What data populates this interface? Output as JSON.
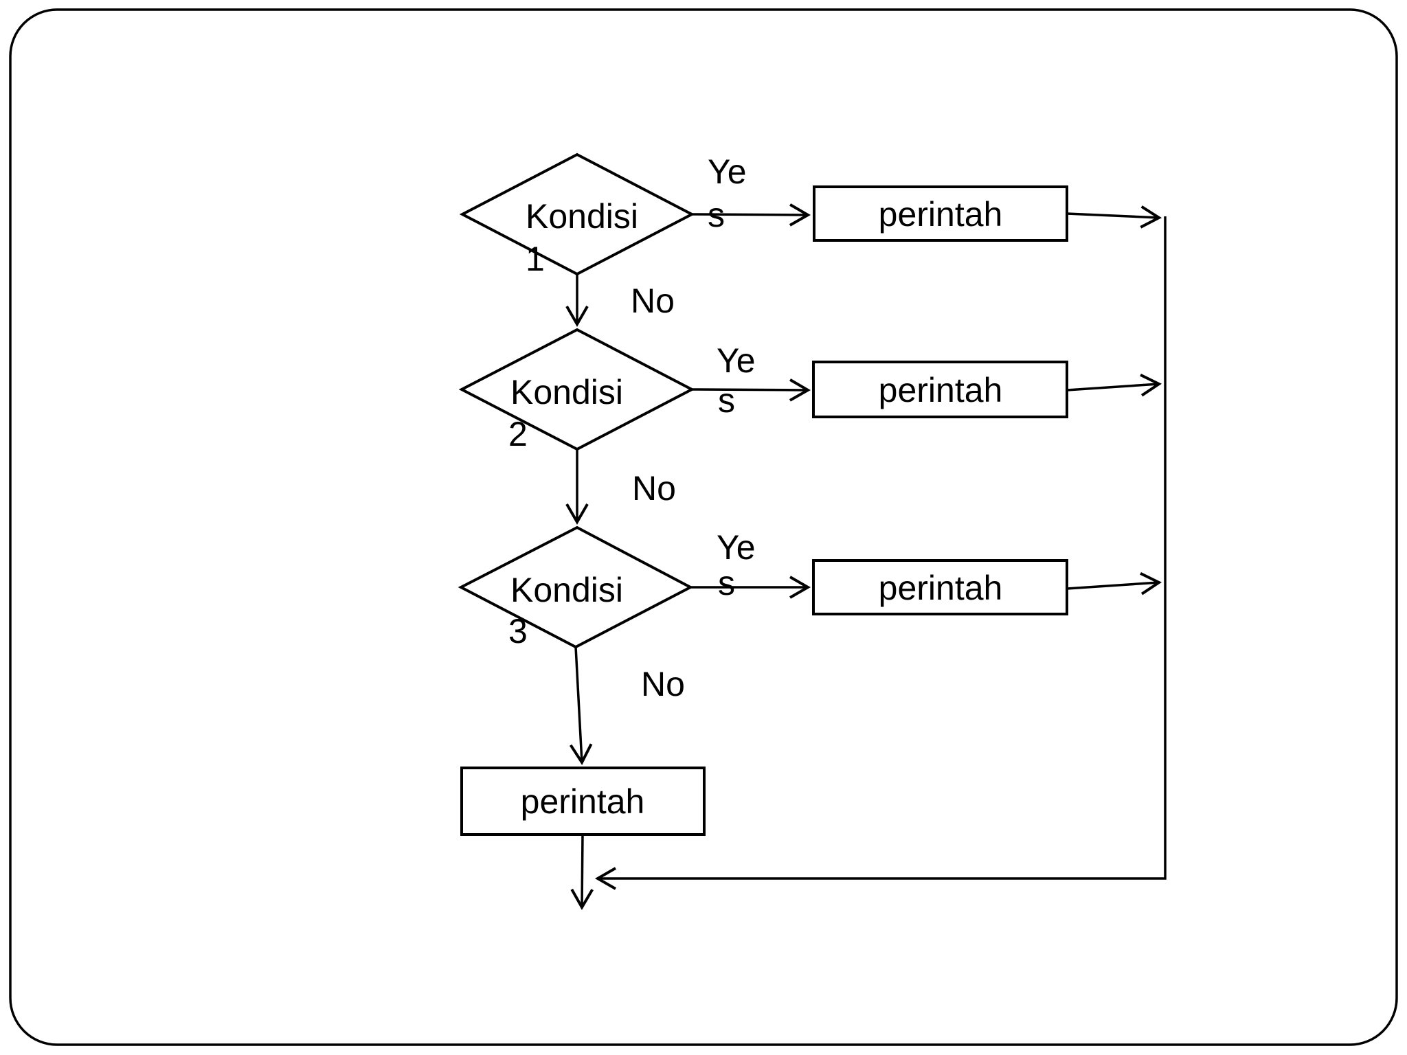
{
  "page": {
    "background": "#ffffff"
  },
  "diagram": {
    "stroke_color": "#000000",
    "text_color": "#000000",
    "decisions": [
      {
        "label_line1": "Kondisi",
        "label_line2": "1"
      },
      {
        "label_line1": "Kondisi",
        "label_line2": "2"
      },
      {
        "label_line1": "Kondisi",
        "label_line2": "3"
      }
    ],
    "branches": [
      {
        "yes_line1": "Ye",
        "yes_line2": "s",
        "no": "No",
        "process": "perintah"
      },
      {
        "yes_line1": "Ye",
        "yes_line2": "s",
        "no": "No",
        "process": "perintah"
      },
      {
        "yes_line1": "Ye",
        "yes_line2": "s",
        "no": "No",
        "process": "perintah"
      }
    ],
    "final_process": "perintah"
  }
}
